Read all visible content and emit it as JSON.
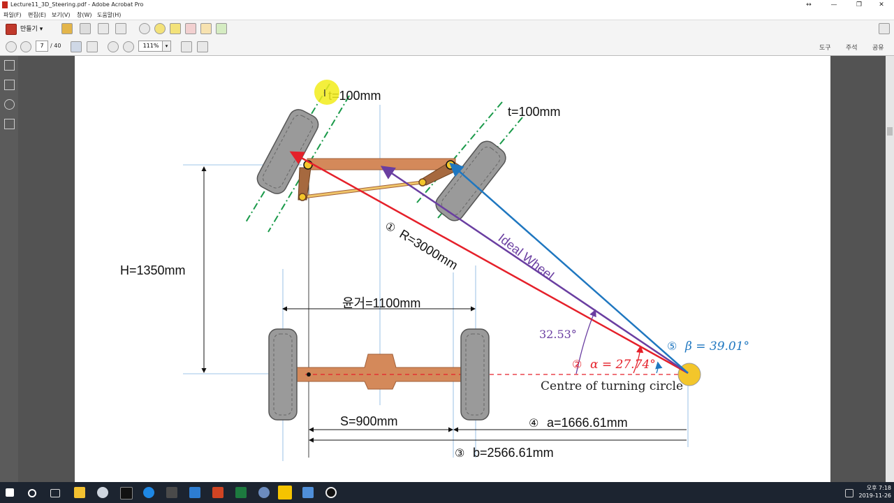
{
  "window": {
    "title": "Lecture11_3D_Steering.pdf - Adobe Acrobat Pro",
    "resize_glyph": "↔",
    "minimize": "—",
    "restore": "❐",
    "close": "✕"
  },
  "menu": [
    "파일(F)",
    "편집(E)",
    "보기(V)",
    "창(W)",
    "도움말(H)"
  ],
  "toolbar": {
    "create_label": "만들기 ▾",
    "page_current": "7",
    "page_total": "/ 40",
    "zoom": "111%",
    "zoom_drop": "▾",
    "right_tools": [
      "도구",
      "주석",
      "공유"
    ]
  },
  "diagram": {
    "t_left": "t=100mm",
    "t_right": "t=100mm",
    "height": "H=1350mm",
    "track": "윤거=1100mm",
    "r_num": "①",
    "r_label": "R=3000mm",
    "ideal_wheel": "Ideal Wheel",
    "angle_ideal": "32.53°",
    "beta_num": "⑤",
    "beta": "β = 39.01°",
    "alpha_num": "②",
    "alpha": "α = 27.74°",
    "centre": "Centre of turning circle",
    "s_label": "S=900mm",
    "a_num": "④",
    "a_label": "a=1666.61mm",
    "b_num": "③",
    "b_label": "b=2566.61mm"
  },
  "colors": {
    "red": "#e5202a",
    "blue": "#1f77c0",
    "purple": "#6a3ea1",
    "axle": "#d4895a",
    "hub": "#f3c62b",
    "dash_green": "#1a9a4a"
  },
  "taskbar": {
    "time": "오후 7:18",
    "date": "2019-11-26"
  }
}
